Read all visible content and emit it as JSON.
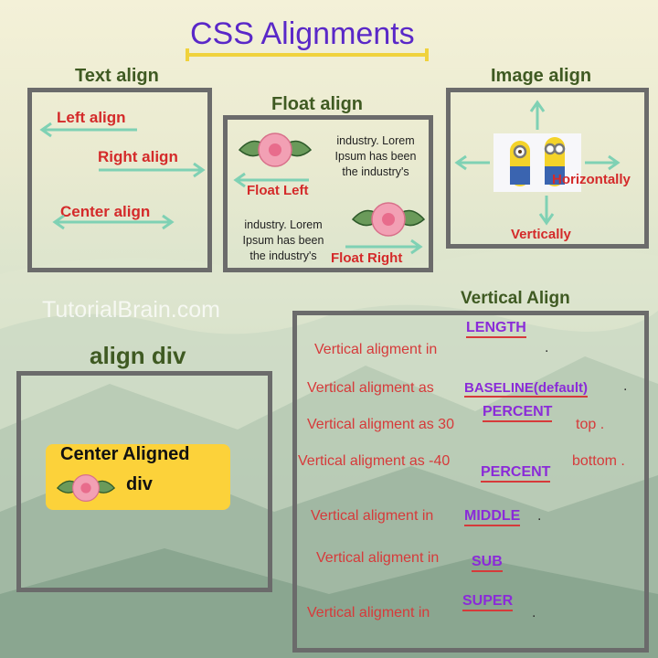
{
  "title": "CSS Alignments",
  "watermark": "TutorialBrain.com",
  "text_align": {
    "heading": "Text align",
    "left": "Left align",
    "right": "Right align",
    "center": "Center align"
  },
  "float_align": {
    "heading": "Float align",
    "text_top": [
      "industry. Lorem",
      "Ipsum has been",
      "the industry's"
    ],
    "text_bottom": [
      "industry. Lorem",
      "Ipsum has been",
      "the industry's"
    ],
    "float_left": "Float Left",
    "float_right": "Float Right"
  },
  "image_align": {
    "heading": "Image align",
    "horizontally": "Horizontally",
    "vertically": "Vertically"
  },
  "align_div": {
    "heading": "align div",
    "card_line1": "Center Aligned",
    "card_line2": "div"
  },
  "vertical_align": {
    "heading": "Vertical Align",
    "rows": [
      {
        "prefix": "Vertical aligment in",
        "keyword": "LENGTH",
        "suffix": "."
      },
      {
        "prefix": "Vertical aligment as",
        "keyword": "BASELINE(default)",
        "suffix": "."
      },
      {
        "prefix": "Vertical aligment as 30",
        "keyword": "PERCENT",
        "suffix": "top ."
      },
      {
        "prefix": "Vertical aligment as -40",
        "keyword": "PERCENT",
        "suffix": "bottom ."
      },
      {
        "prefix": "Vertical aligment in",
        "keyword": "MIDDLE",
        "suffix": "."
      },
      {
        "prefix": "Vertical aligment in",
        "keyword": "SUB",
        "suffix": ""
      },
      {
        "prefix": "Vertical aligment in",
        "keyword": "SUPER",
        "suffix": "."
      }
    ]
  },
  "colors": {
    "title": "#5a28c8",
    "heading": "#3f5a22",
    "label_red": "#d42a2a",
    "keyword_purple": "#8a2bd8",
    "arrow_teal": "#7fd1b4",
    "card_yellow": "#fcd23a"
  }
}
